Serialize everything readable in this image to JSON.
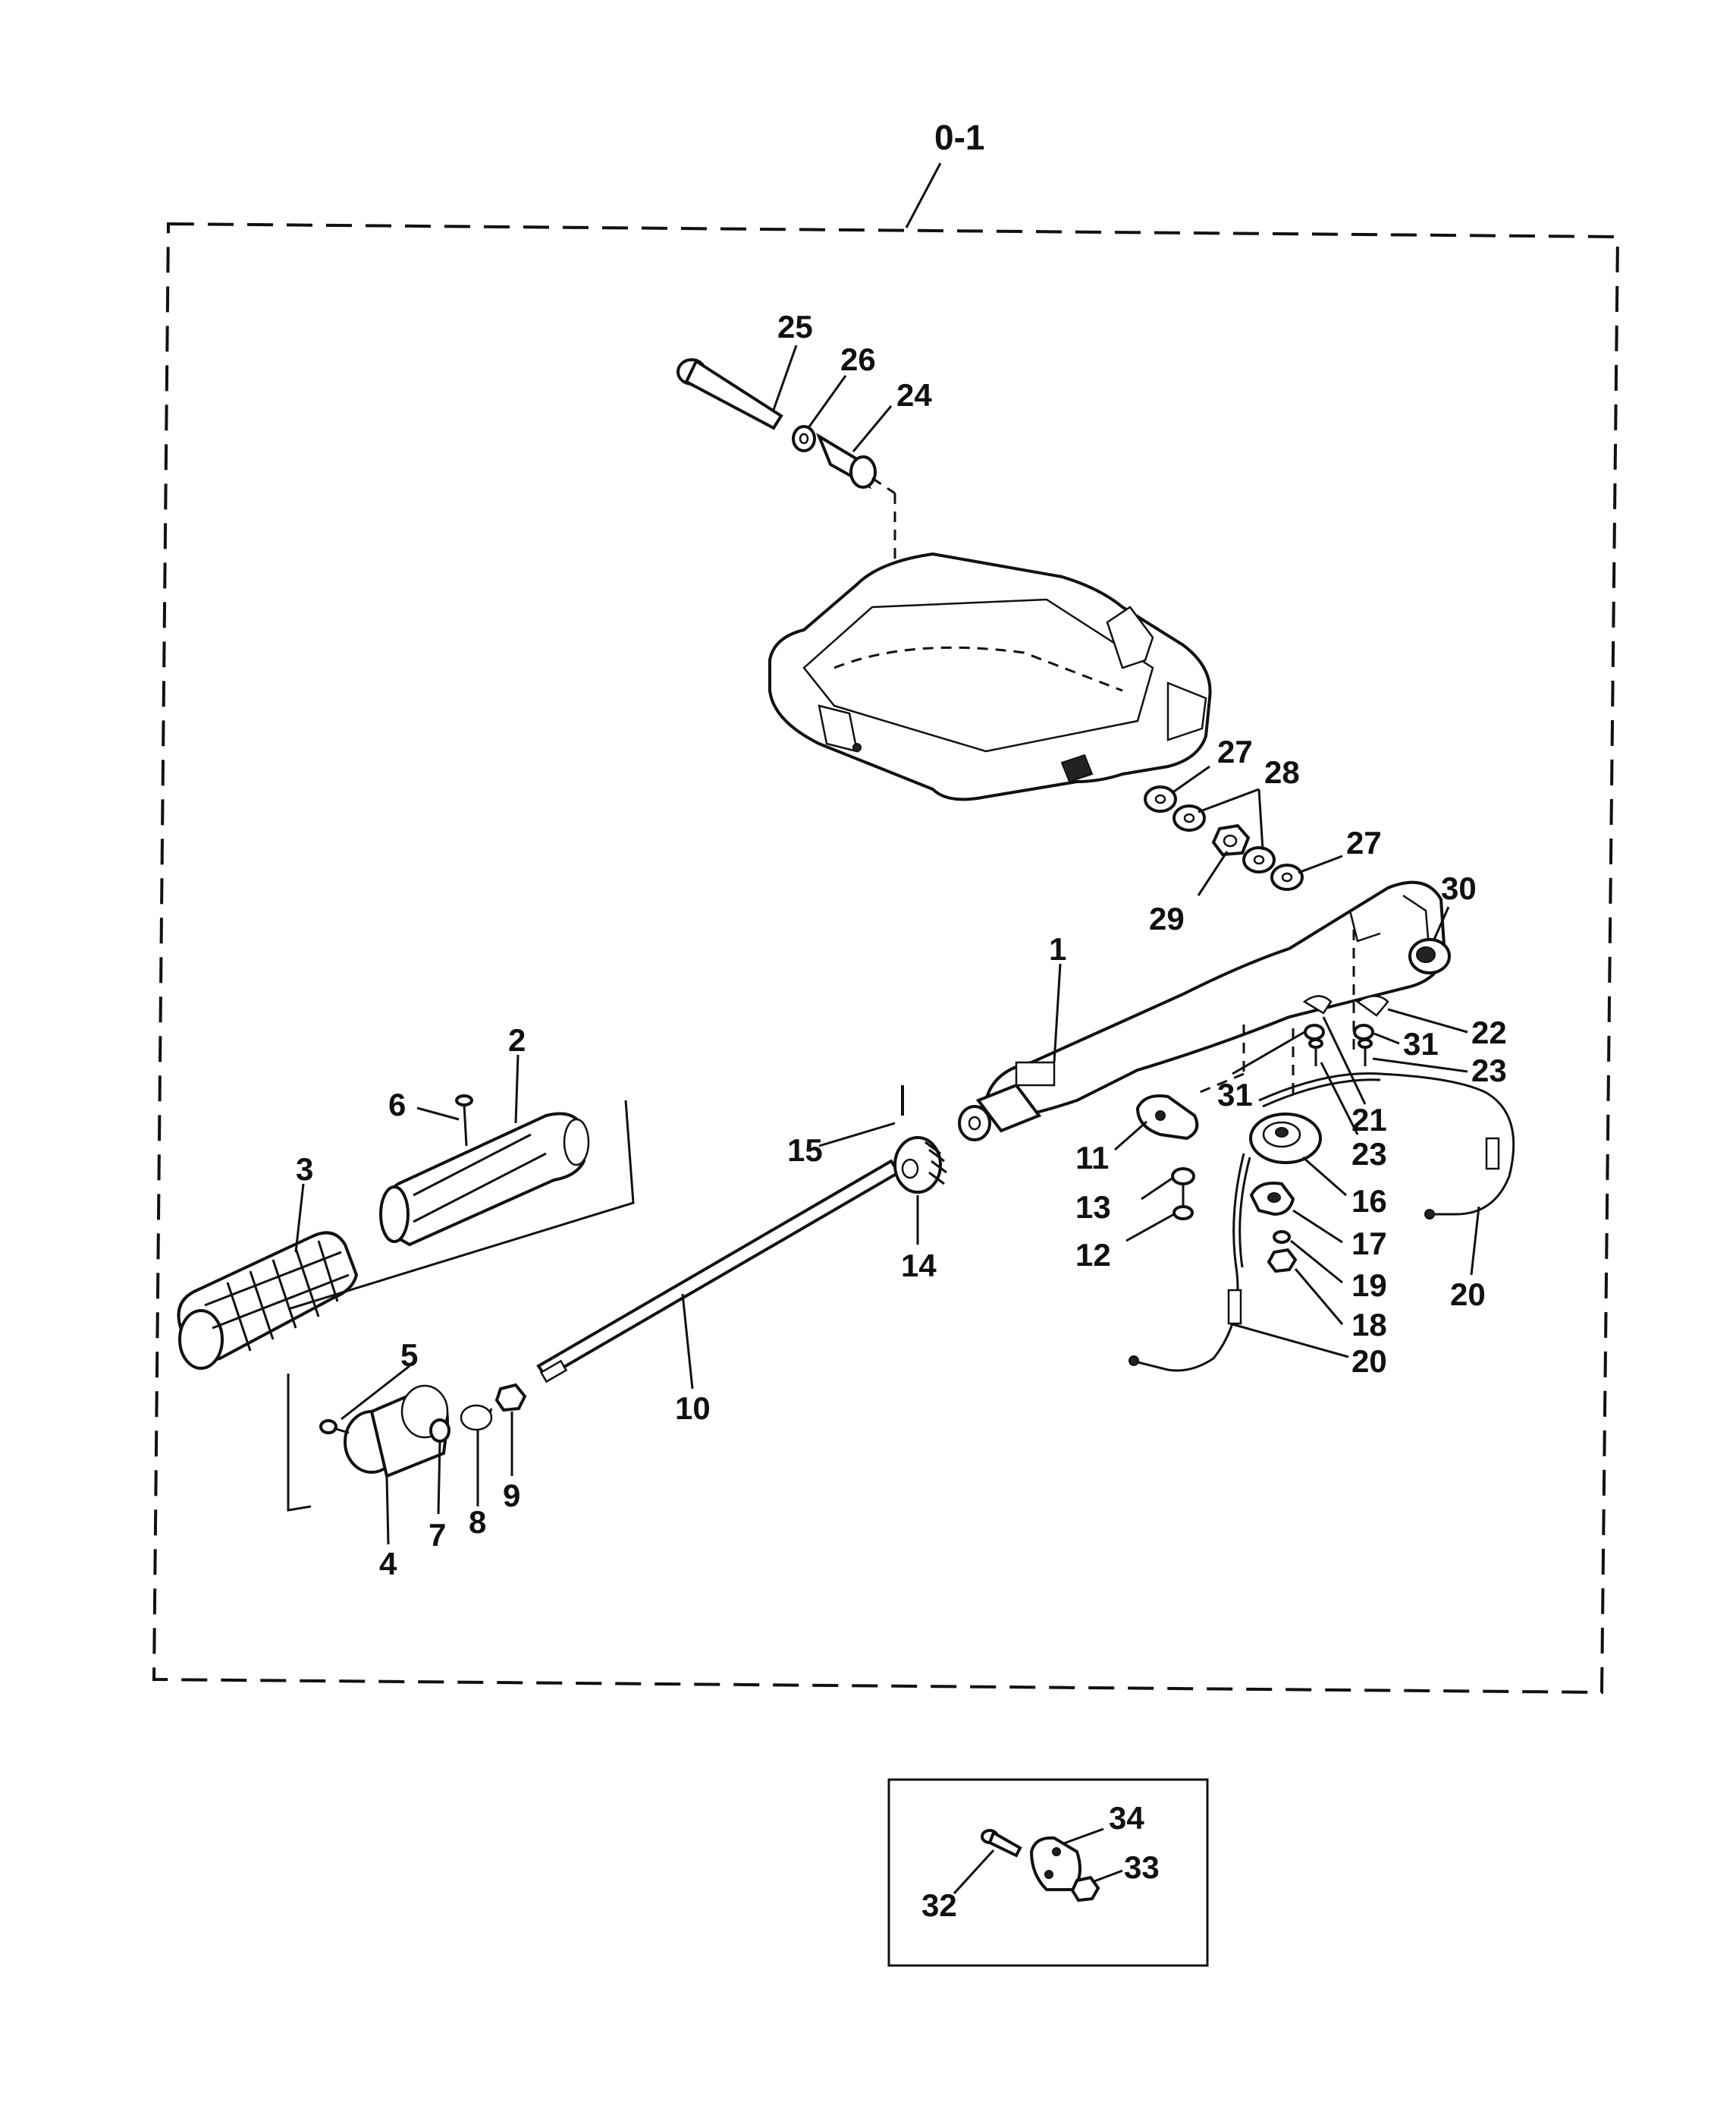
{
  "assembly_label": "0-1",
  "callouts": [
    {
      "id": "c1",
      "text": "1"
    },
    {
      "id": "c2",
      "text": "2"
    },
    {
      "id": "c3",
      "text": "3"
    },
    {
      "id": "c4",
      "text": "4"
    },
    {
      "id": "c5",
      "text": "5"
    },
    {
      "id": "c6",
      "text": "6"
    },
    {
      "id": "c7",
      "text": "7"
    },
    {
      "id": "c8",
      "text": "8"
    },
    {
      "id": "c9",
      "text": "9"
    },
    {
      "id": "c10",
      "text": "10"
    },
    {
      "id": "c11",
      "text": "11"
    },
    {
      "id": "c12",
      "text": "12"
    },
    {
      "id": "c13",
      "text": "13"
    },
    {
      "id": "c14",
      "text": "14"
    },
    {
      "id": "c15",
      "text": "15"
    },
    {
      "id": "c16",
      "text": "16"
    },
    {
      "id": "c17",
      "text": "17"
    },
    {
      "id": "c18",
      "text": "18"
    },
    {
      "id": "c19",
      "text": "19"
    },
    {
      "id": "c20a",
      "text": "20"
    },
    {
      "id": "c20b",
      "text": "20"
    },
    {
      "id": "c21",
      "text": "21"
    },
    {
      "id": "c22",
      "text": "22"
    },
    {
      "id": "c23a",
      "text": "23"
    },
    {
      "id": "c23b",
      "text": "23"
    },
    {
      "id": "c24",
      "text": "24"
    },
    {
      "id": "c25",
      "text": "25"
    },
    {
      "id": "c26",
      "text": "26"
    },
    {
      "id": "c27a",
      "text": "27"
    },
    {
      "id": "c27b",
      "text": "27"
    },
    {
      "id": "c28",
      "text": "28"
    },
    {
      "id": "c29",
      "text": "29"
    },
    {
      "id": "c30",
      "text": "30"
    },
    {
      "id": "c31a",
      "text": "31"
    },
    {
      "id": "c31b",
      "text": "31"
    },
    {
      "id": "c32",
      "text": "32"
    },
    {
      "id": "c33",
      "text": "33"
    },
    {
      "id": "c34",
      "text": "34"
    }
  ]
}
